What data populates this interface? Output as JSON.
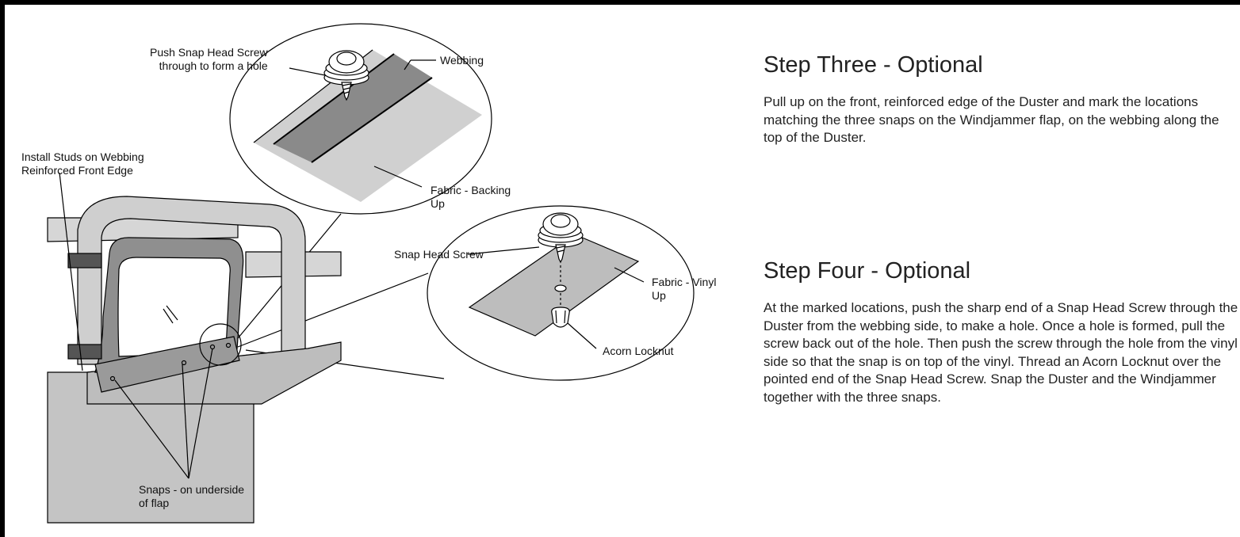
{
  "callouts": {
    "push_snap": "Push Snap Head Screw\nthrough to form a hole",
    "webbing": "Webbing",
    "install_studs": "Install Studs on Webbing\nReinforced Front Edge",
    "fabric_backing": "Fabric - Backing\nUp",
    "snap_head_screw": "Snap Head Screw",
    "fabric_vinyl": "Fabric - Vinyl\nUp",
    "acorn_locknut": "Acorn Locknut",
    "snaps_underside": "Snaps - on underside\nof flap"
  },
  "steps": [
    {
      "title": "Step Three - Optional",
      "body": "Pull up on the front, reinforced edge of the Duster and mark the locations matching the three snaps on the Windjammer flap, on the webbing along the top of the Duster."
    },
    {
      "title": "Step Four - Optional",
      "body": "At the marked locations, push the sharp end of a Snap Head Screw through the Duster from the webbing side, to make a hole. Once a hole is formed, pull the screw back out of the hole. Then push the screw through the hole from the vinyl side so that the snap is on top of the vinyl. Thread an Acorn Locknut over the pointed end of the Snap Head Screw. Snap the Duster and the Windjammer together with the three snaps."
    }
  ]
}
